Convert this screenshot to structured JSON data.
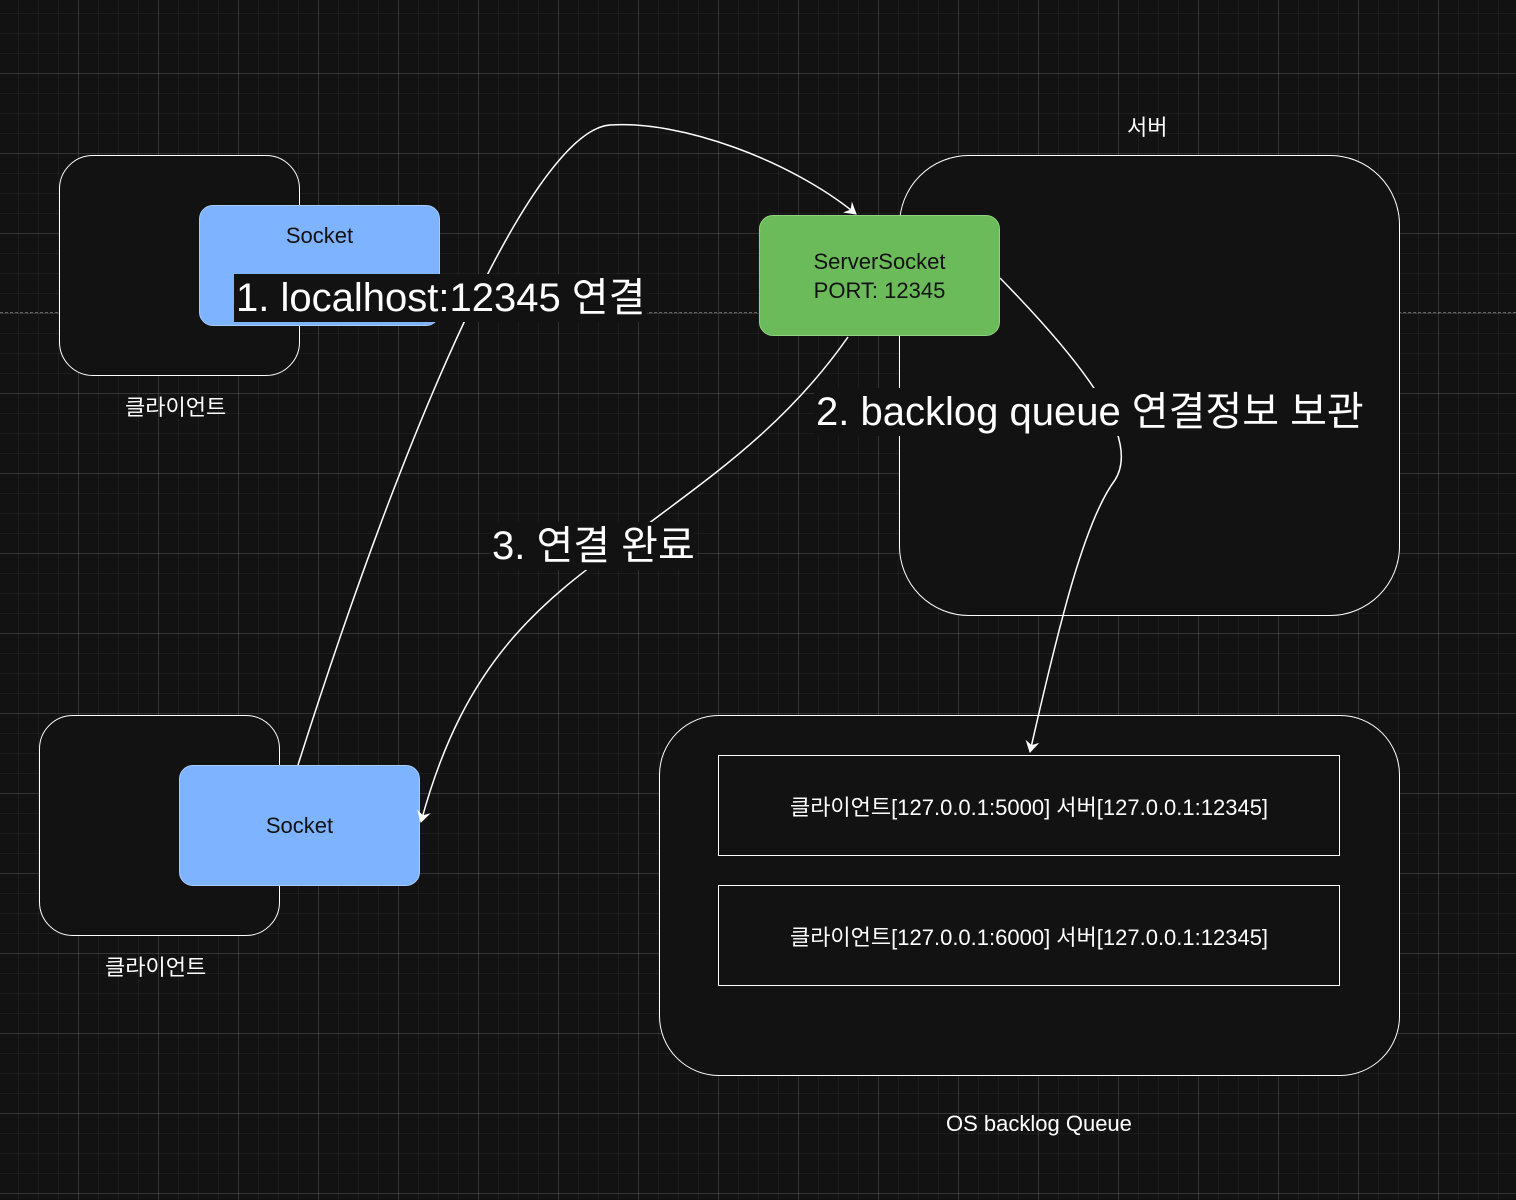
{
  "client_top": {
    "label": "클라이언트",
    "socket_label": "Socket"
  },
  "client_bottom": {
    "label": "클라이언트",
    "socket_label": "Socket"
  },
  "server": {
    "label": "서버",
    "socket_line1": "ServerSocket",
    "socket_line2": "PORT: 12345"
  },
  "backlog_queue": {
    "label": "OS backlog Queue",
    "entries": [
      "클라이언트[127.0.0.1:5000] 서버[127.0.0.1:12345]",
      "클라이언트[127.0.0.1:6000] 서버[127.0.0.1:12345]"
    ]
  },
  "steps": {
    "step1": "1. localhost:12345 연결",
    "step2": "2. backlog queue 연결정보 보관",
    "step3": "3. 연결 완료"
  },
  "colors": {
    "socket": "#7eb3ff",
    "server_socket": "#6cbb5a",
    "background": "#121212",
    "stroke": "#ffffff"
  }
}
